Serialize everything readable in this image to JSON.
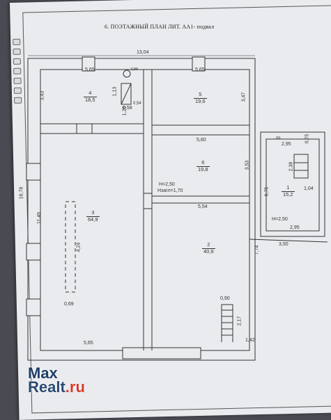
{
  "title": "6. ПОЭТАЖНЫЙ ПЛАН ЛИТ. АА1- подвал",
  "rooms": [
    {
      "num": "4",
      "area": "18,5"
    },
    {
      "num": "5",
      "area": "19,6"
    },
    {
      "num": "6",
      "area": "19,8"
    },
    {
      "num": "3",
      "area": "64,9"
    },
    {
      "num": "2",
      "area": "40,9"
    },
    {
      "num": "1",
      "area": "15,2"
    }
  ],
  "dimensions": {
    "total_width": "13,04",
    "top_left": "5,65",
    "top_right": "5,65",
    "left_upper": "3,43",
    "left_total": "16,78",
    "left_lower": "11,49",
    "stair_w": "0,58",
    "stair_h": "1,26",
    "stair_len": "1,13",
    "stair_w2": "0,54",
    "small_top": "0,88",
    "mid_width": "5,60",
    "room5_right": "3,47",
    "room6_right": "3,53",
    "room6_low": "5,54",
    "h_room6": "H=2,50",
    "h_sunk": "Нзагл=1,70",
    "col_len": "4,24",
    "col_w": "0,69",
    "right_lower": "7,74",
    "right_mid": "6,75",
    "step_w": "0,90",
    "step_len": "2,17",
    "bottom_right": "1,42",
    "bottom_left": "5,65",
    "annex_pp": "пп.",
    "annex_top": "2,95",
    "annex_right_top": "0,75",
    "annex_stair": "2,38",
    "annex_w": "1,04",
    "annex_h": "H=2,50",
    "annex_bottom": "2,95",
    "annex_outer": "3,50"
  },
  "watermark": {
    "part1": "Max",
    "part2": "Realt",
    "part3": ".ru"
  }
}
